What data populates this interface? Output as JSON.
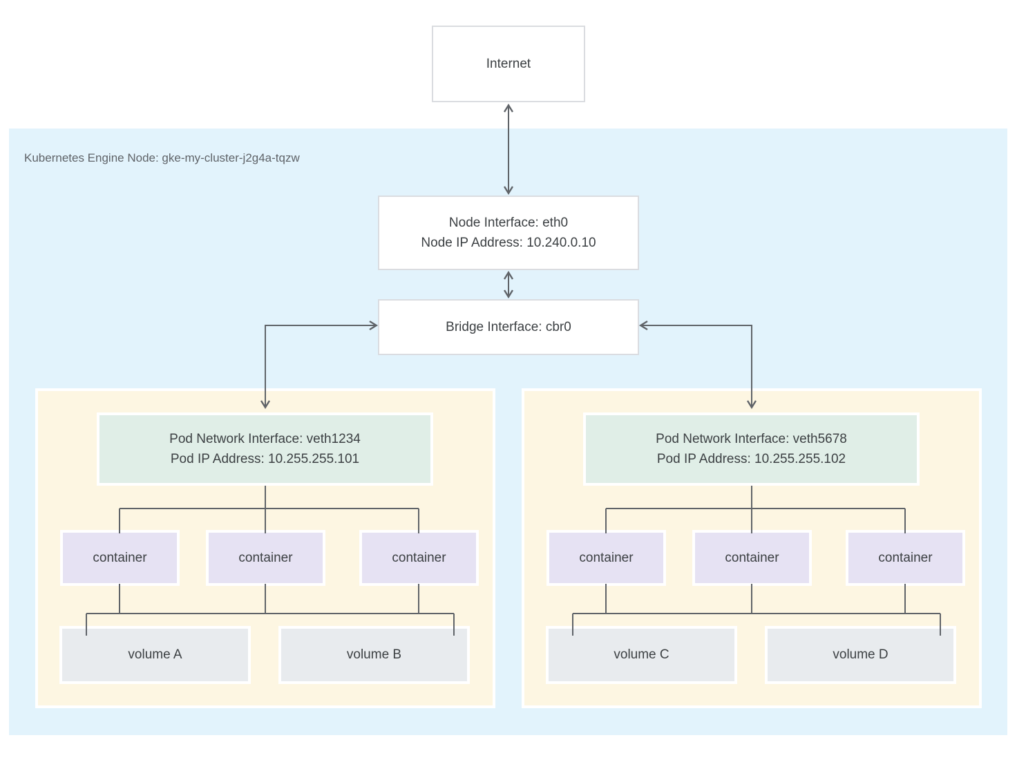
{
  "diagram": {
    "internet_label": "Internet",
    "node": {
      "label": "Kubernetes Engine Node: gke-my-cluster-j2g4a-tqzw",
      "interface_line1": "Node Interface: eth0",
      "interface_line2": "Node IP Address: 10.240.0.10",
      "bridge_label": "Bridge Interface: cbr0"
    },
    "pods": [
      {
        "interface_line1": "Pod Network Interface: veth1234",
        "interface_line2": "Pod IP Address: 10.255.255.101",
        "containers": [
          "container",
          "container",
          "container"
        ],
        "volumes": [
          "volume A",
          "volume B"
        ]
      },
      {
        "interface_line1": "Pod Network Interface: veth5678",
        "interface_line2": "Pod IP Address: 10.255.255.102",
        "containers": [
          "container",
          "container",
          "container"
        ],
        "volumes": [
          "volume C",
          "volume D"
        ]
      }
    ],
    "colors": {
      "node_bg": "#e2f3fc",
      "pod_bg": "#fdf6e2",
      "interface_bg": "#e0eee7",
      "container_bg": "#e6e2f3",
      "volume_bg": "#e8ebee",
      "box_border": "#dadce0",
      "line": "#5f6368",
      "text": "#3c4043",
      "label_text": "#5f6368"
    }
  }
}
